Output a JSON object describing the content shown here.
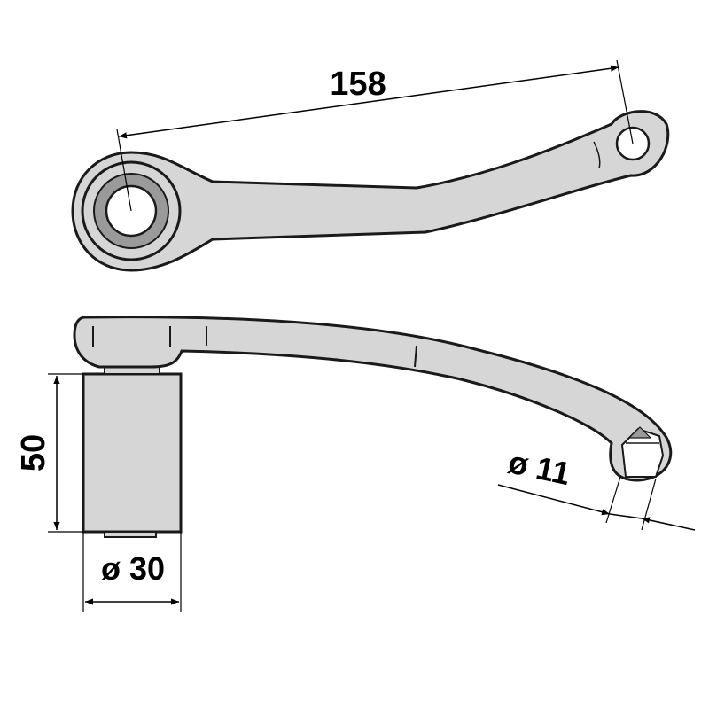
{
  "dimensions": {
    "length": "158",
    "height": "50",
    "bushing_diameter": "ø 30",
    "hole_diameter": "ø 11"
  },
  "colors": {
    "part_fill": "#d6d6d6",
    "part_stroke": "#1a1a1a",
    "bore_fill": "#ffffff",
    "bore_shadow": "#9a9a9a",
    "background": "#ffffff"
  }
}
